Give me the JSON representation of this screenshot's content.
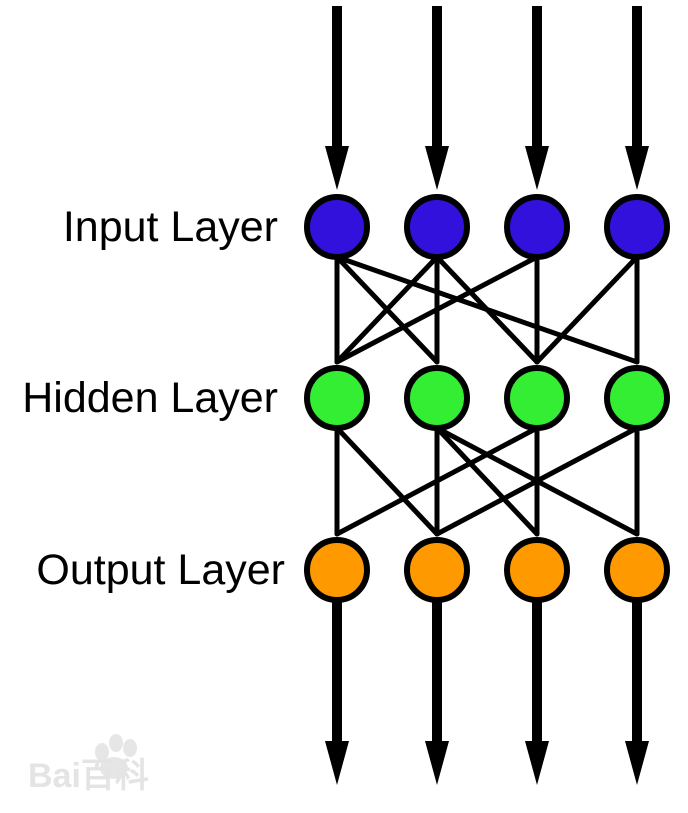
{
  "diagram": {
    "layers": [
      {
        "id": "input",
        "label": "Input Layer",
        "color": "#3311dd",
        "nodes": 4
      },
      {
        "id": "hidden",
        "label": "Hidden Layer",
        "color": "#33ee33",
        "nodes": 4
      },
      {
        "id": "output",
        "label": "Output Layer",
        "color": "#ff9900",
        "nodes": 4
      }
    ],
    "connections": [
      {
        "from": "input",
        "to": "hidden",
        "pairs": [
          [
            0,
            0
          ],
          [
            0,
            1
          ],
          [
            0,
            3
          ],
          [
            1,
            0
          ],
          [
            1,
            1
          ],
          [
            1,
            2
          ],
          [
            2,
            0
          ],
          [
            2,
            2
          ],
          [
            3,
            2
          ],
          [
            3,
            3
          ]
        ]
      },
      {
        "from": "hidden",
        "to": "output",
        "pairs": [
          [
            0,
            0
          ],
          [
            0,
            1
          ],
          [
            1,
            1
          ],
          [
            1,
            2
          ],
          [
            1,
            3
          ],
          [
            2,
            0
          ],
          [
            2,
            2
          ],
          [
            3,
            1
          ],
          [
            3,
            3
          ]
        ]
      }
    ],
    "outline_color": "#000000",
    "edge_color": "#000000"
  },
  "watermark": {
    "text": "Bai百科",
    "icon": "paw-icon"
  }
}
